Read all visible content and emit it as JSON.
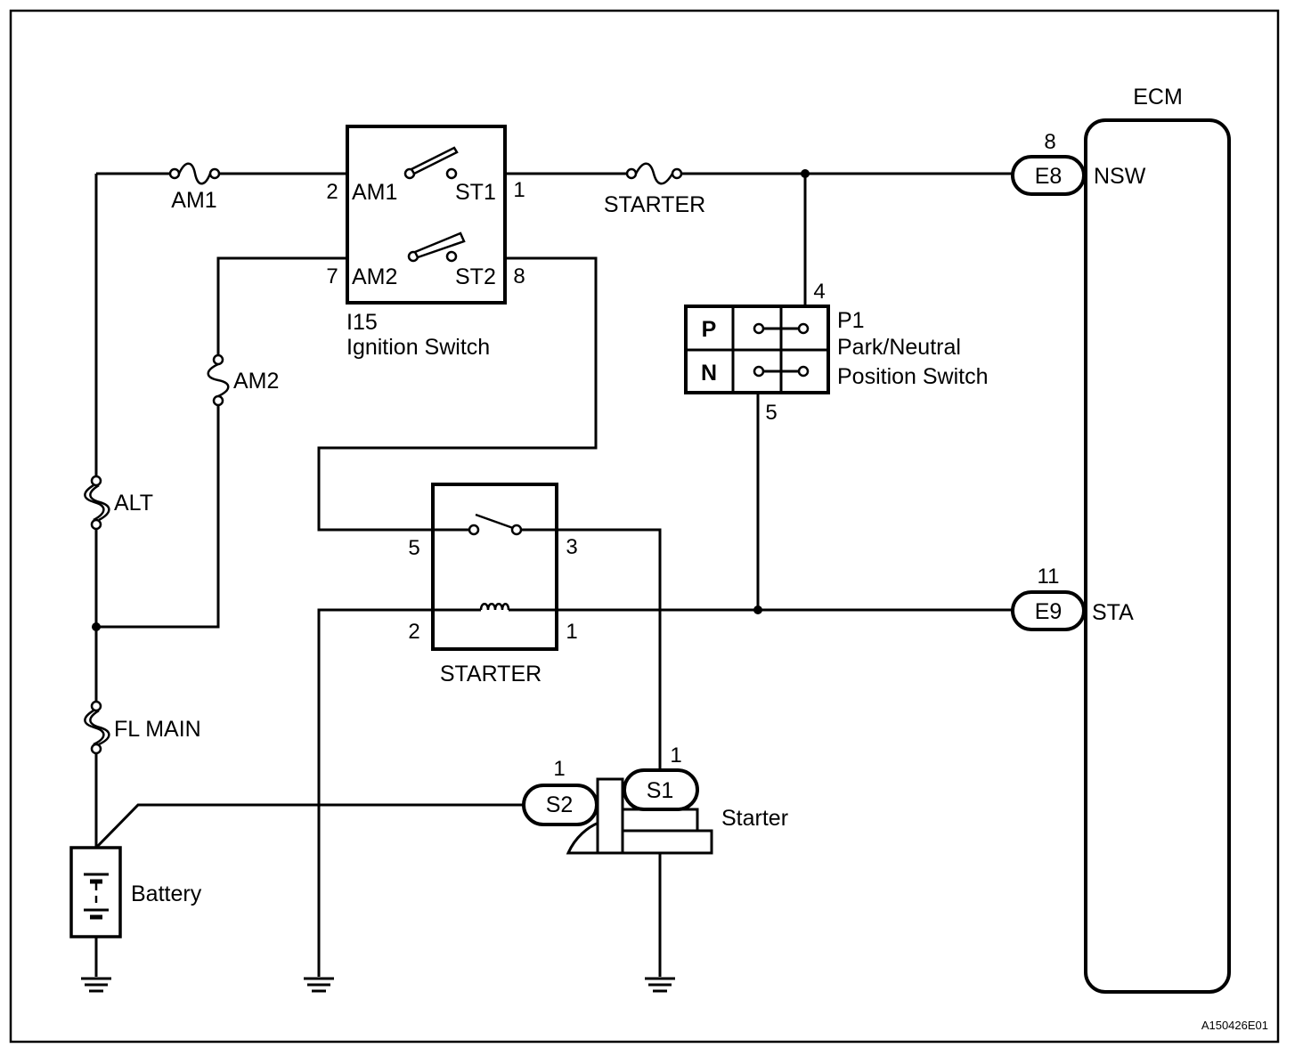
{
  "ecm": {
    "title": "ECM",
    "pins": [
      {
        "connector": "E8",
        "number": "8",
        "signal": "NSW"
      },
      {
        "connector": "E9",
        "number": "11",
        "signal": "STA"
      }
    ]
  },
  "fuses": {
    "am1": "AM1",
    "am2": "AM2",
    "alt": "ALT",
    "fl_main": "FL MAIN",
    "starter": "STARTER"
  },
  "ignition_switch": {
    "code": "I15",
    "name": "Ignition Switch",
    "terminals": {
      "am1": "AM1",
      "st1": "ST1",
      "am2": "AM2",
      "st2": "ST2",
      "pin_am1": "2",
      "pin_st1": "1",
      "pin_am2": "7",
      "pin_st2": "8"
    }
  },
  "pn_switch": {
    "code": "P1",
    "name_line1": "Park/Neutral",
    "name_line2": "Position Switch",
    "positions": [
      "P",
      "N"
    ],
    "pin_top": "4",
    "pin_bottom": "5"
  },
  "starter_relay": {
    "name": "STARTER",
    "pins": {
      "p5": "5",
      "p3": "3",
      "p2": "2",
      "p1": "1"
    }
  },
  "starter": {
    "name": "Starter",
    "connectors": [
      {
        "code": "S2",
        "pin": "1"
      },
      {
        "code": "S1",
        "pin": "1"
      }
    ]
  },
  "battery": {
    "name": "Battery"
  },
  "figure_code": "A150426E01"
}
